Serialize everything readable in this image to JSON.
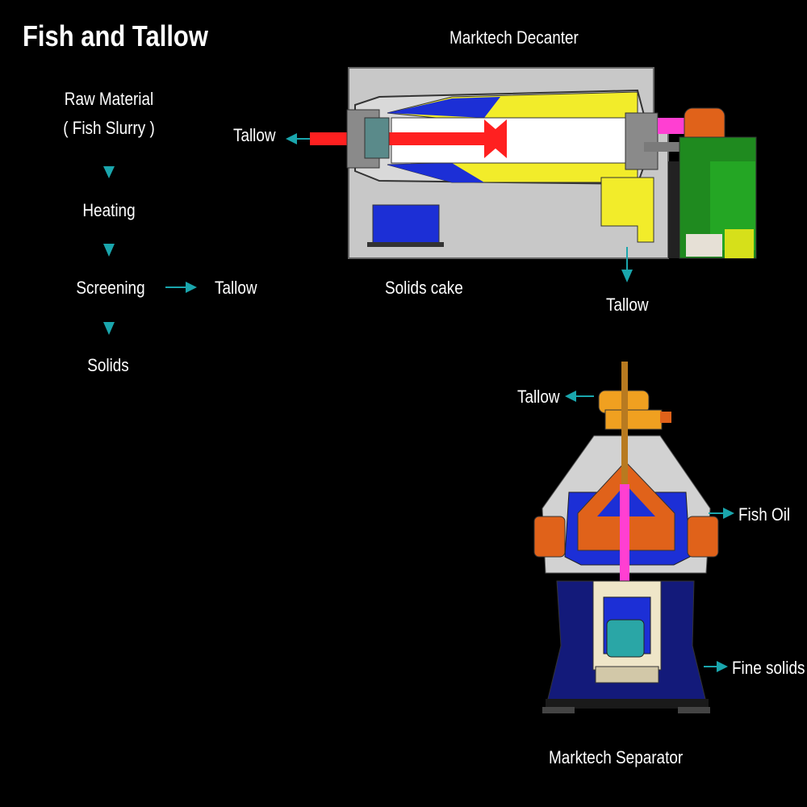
{
  "title": "Fish and Tallow",
  "colors": {
    "arrow": "#1aa6ad",
    "background": "#000000",
    "text": "#ffffff"
  },
  "flow": {
    "steps": [
      {
        "label": "Raw Material",
        "sub": "( Fish Slurry )"
      },
      {
        "label": "Heating"
      },
      {
        "label": "Screening"
      },
      {
        "label": "Solids"
      }
    ],
    "screening_output": "Tallow"
  },
  "decanter": {
    "title": "Marktech Decanter",
    "outputs": {
      "left": "Tallow",
      "bottom": "Tallow",
      "solids": "Solids cake"
    }
  },
  "separator": {
    "title": "Marktech Separator",
    "outputs": {
      "top": "Tallow",
      "right_mid": "Fish Oil",
      "right_bottom": "Fine solids"
    }
  }
}
